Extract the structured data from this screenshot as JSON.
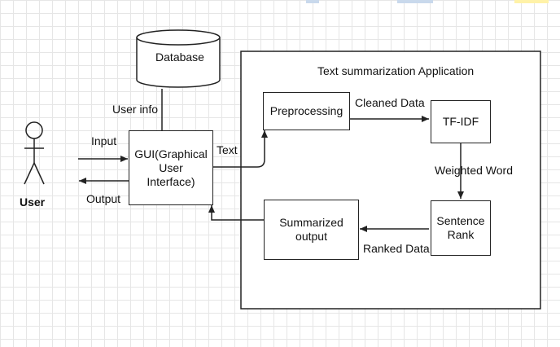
{
  "colors": {
    "line": "#222222",
    "grid": "#e6e6e6",
    "swatch_blue": "#c9d9ec",
    "swatch_yellow": "#fff2a8"
  },
  "user": {
    "label": "User",
    "icon": "stick-figure-icon"
  },
  "database": {
    "label": "Database",
    "icon": "cylinder-icon"
  },
  "gui": {
    "label": "GUI(Graphical User Interface)"
  },
  "app": {
    "title": "Text summarization Application",
    "preprocessing": "Preprocessing",
    "tfidf": "TF-IDF",
    "sentence_rank": "Sentence Rank",
    "summarized_output": "Summarized output"
  },
  "edges": {
    "input": "Input",
    "output": "Output",
    "user_info": "User info",
    "text": "Text",
    "cleaned_data": "Cleaned Data",
    "weighted_word": "Weighted Word",
    "ranked_data": "Ranked Data"
  }
}
